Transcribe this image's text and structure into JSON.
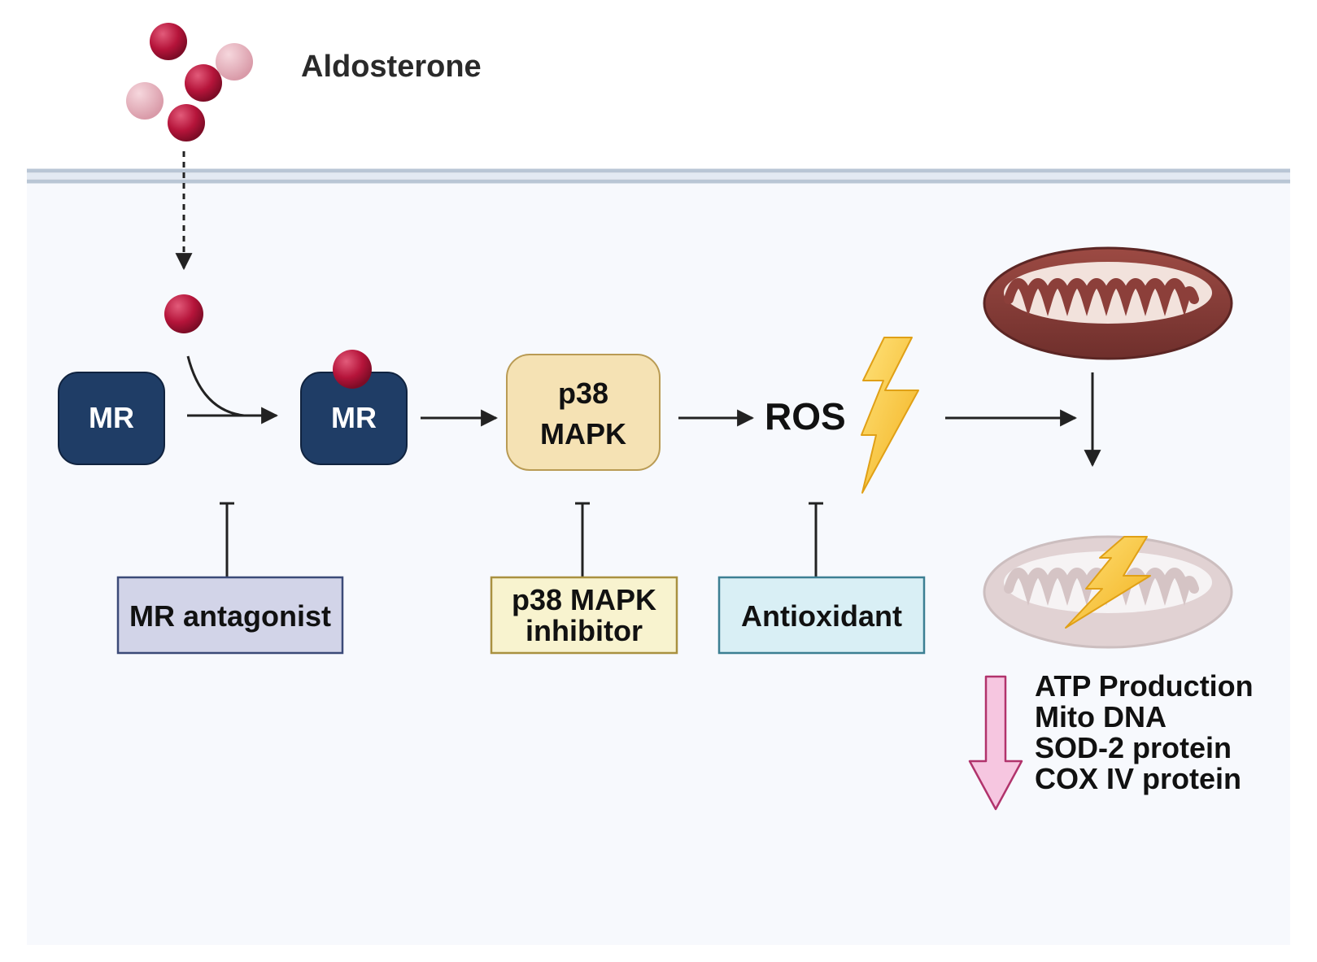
{
  "labels": {
    "aldosterone": "Aldosterone",
    "mr_unbound": "MR",
    "mr_bound": "MR",
    "p38_line1": "p38",
    "p38_line2": "MAPK",
    "ros": "ROS",
    "mr_antagonist": "MR antagonist",
    "p38_inhibitor_line1": "p38 MAPK",
    "p38_inhibitor_line2": "inhibitor",
    "antioxidant": "Antioxidant"
  },
  "outcomes": [
    "ATP Production",
    "Mito DNA",
    "SOD-2 protein",
    "COX IV protein"
  ],
  "icons": {
    "ligand": "aldosterone-molecule-icon",
    "bolt": "lightning-bolt-icon",
    "mito_healthy": "mitochondrion-icon",
    "mito_damaged": "damaged-mitochondrion-icon",
    "decrease": "down-arrow-icon"
  },
  "colors": {
    "molecule": "#b5143a",
    "molecule_faded": "#e3a6b2",
    "mr_box": "#1f3d66",
    "p38_box": "#f5e2b4",
    "antagonist_box": "#d2d4e8",
    "inhibitor_box": "#f8f3cf",
    "antioxidant_box": "#d9eff5",
    "bolt": "#f6c12c",
    "mito": "#8c3f3a",
    "down_arrow": "#f6c6e0",
    "cell_bg": "#f7f9fd",
    "membrane": "#b9c6d5"
  }
}
